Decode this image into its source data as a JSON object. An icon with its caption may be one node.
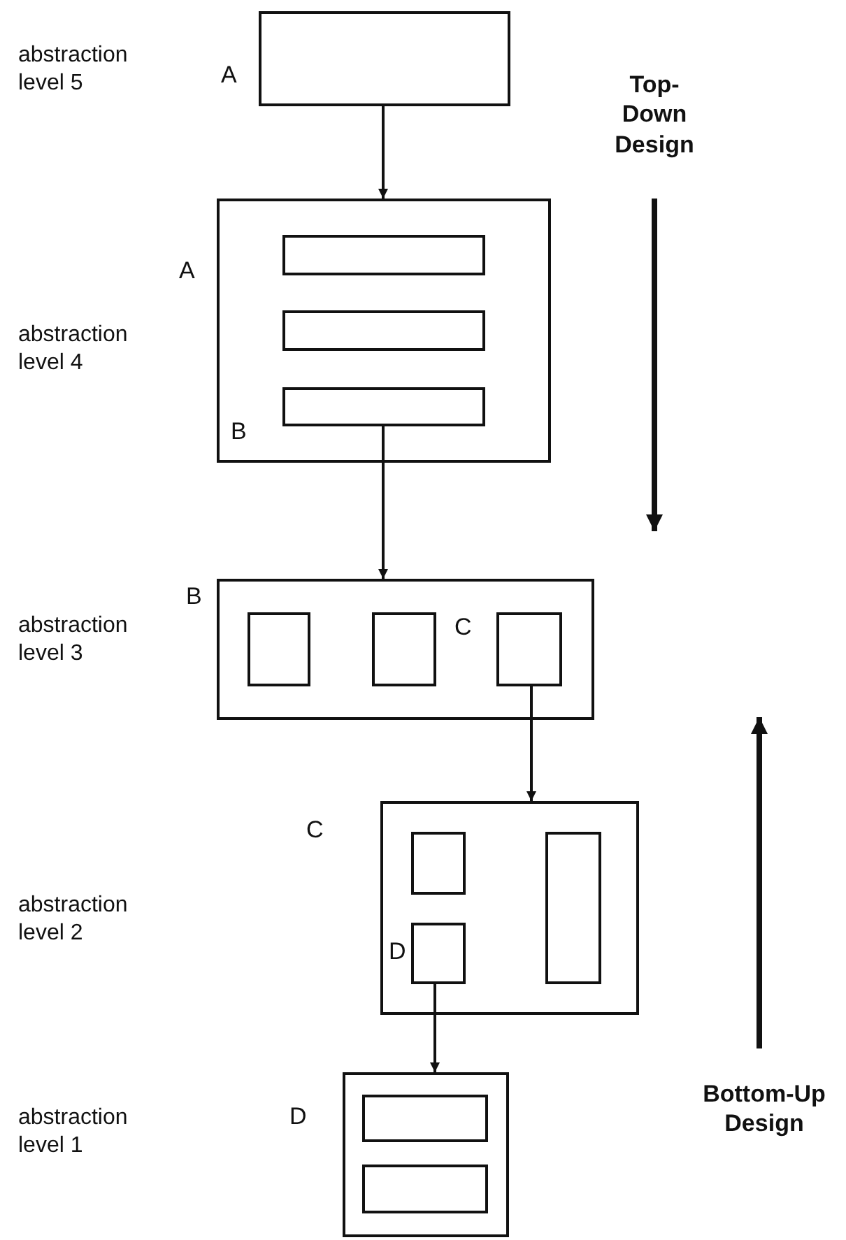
{
  "diagram": {
    "nodes": [
      {
        "text": [],
        "shape": "box"
      },
      {
        "text": [],
        "shape": "box"
      },
      {
        "text": [],
        "shape": "box",
        "in": 1
      },
      {
        "text": [],
        "shape": "box",
        "in": 1
      },
      {
        "text": [],
        "shape": "box",
        "in": 1
      },
      {
        "text": [],
        "shape": "box"
      },
      {
        "text": [],
        "shape": "box",
        "in": 5
      },
      {
        "text": [],
        "shape": "box",
        "in": 5
      },
      {
        "text": [],
        "shape": "box",
        "in": 5
      },
      {
        "text": [],
        "shape": "box"
      },
      {
        "text": [],
        "shape": "box",
        "in": 9
      },
      {
        "text": [],
        "shape": "box",
        "in": 9
      },
      {
        "text": [],
        "shape": "box",
        "in": 9
      },
      {
        "text": [],
        "shape": "box"
      },
      {
        "text": [],
        "shape": "box",
        "in": 13
      },
      {
        "text": [],
        "shape": "box",
        "in": 13
      }
    ],
    "edges": [
      {
        "from": 0,
        "to": 1,
        "arrow": "to"
      },
      {
        "from": 4,
        "to": 5,
        "arrow": "to"
      },
      {
        "from": 8,
        "to": 9,
        "arrow": "to"
      },
      {
        "from": 12,
        "to": 13,
        "arrow": "to"
      }
    ],
    "labels": [
      "abstraction level 5",
      "A",
      "Top-Down Design",
      "A",
      "abstraction level 4",
      "B",
      "B",
      "abstraction level 3",
      "C",
      "C",
      "abstraction level 2",
      "D",
      "Bottom-Up Design",
      "abstraction level 1",
      "D"
    ]
  }
}
